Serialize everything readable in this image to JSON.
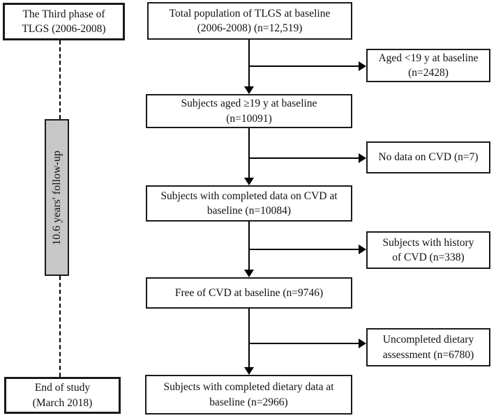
{
  "diagram": {
    "type": "study-flowchart",
    "colors": {
      "box_border": "#1a1a1a",
      "followup_fill": "#c7c7c7",
      "line_color": "#000000",
      "background": "#ffffff"
    },
    "left_column": {
      "phase_box": {
        "line1": "The Third phase of",
        "line2": "TLGS (2006-2008)"
      },
      "followup_box": {
        "label": "10.6 years' follow-up"
      },
      "end_box": {
        "line1": "End of study",
        "line2": "(March 2018)"
      }
    },
    "main_flow": [
      {
        "line1": "Total population of TLGS at baseline",
        "line2": "(2006-2008) (n=12,519)"
      },
      {
        "line1": "Subjects aged ≥19 y at baseline",
        "line2": "(n=10091)"
      },
      {
        "line1": "Subjects with completed data on CVD at",
        "line2": "baseline (n=10084)"
      },
      {
        "line1": "Free of CVD at baseline (n=9746)",
        "line2": ""
      },
      {
        "line1": "Subjects with completed dietary data at",
        "line2": "baseline (n=2966)"
      }
    ],
    "exclusions": [
      {
        "line1": "Aged <19 y at baseline",
        "line2": "(n=2428)"
      },
      {
        "line1": "No data on CVD (n=7)",
        "line2": ""
      },
      {
        "line1": "Subjects with history",
        "line2": "of CVD (n=338)"
      },
      {
        "line1": "Uncompleted dietary",
        "line2": "assessment (n=6780)"
      }
    ]
  }
}
